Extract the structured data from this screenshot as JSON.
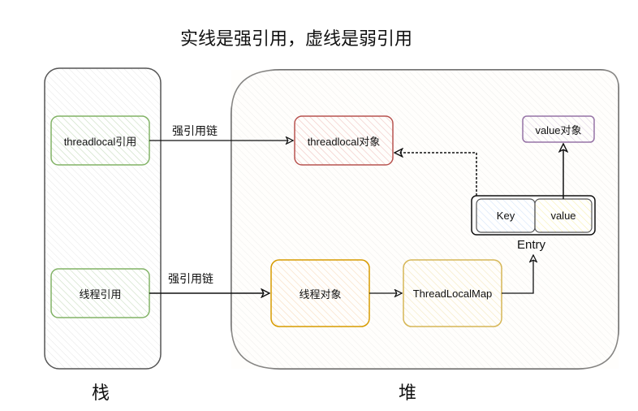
{
  "title": "实线是强引用，虚线是弱引用",
  "regions": {
    "stack": {
      "label": "栈"
    },
    "heap": {
      "label": "堆"
    }
  },
  "nodes": {
    "threadlocal_ref": {
      "label": "threadlocal引用",
      "stroke": "#82b366",
      "fill": "#d5e8d4"
    },
    "thread_ref": {
      "label": "线程引用",
      "stroke": "#82b366",
      "fill": "#d5e8d4"
    },
    "threadlocal_obj": {
      "label": "threadlocal对象",
      "stroke": "#b85450",
      "fill": "#f8cecc"
    },
    "thread_obj": {
      "label": "线程对象",
      "stroke": "#d79b00",
      "fill": "#ffe6cc"
    },
    "threadlocalmap": {
      "label": "ThreadLocalMap",
      "stroke": "#d6b656",
      "fill": "#fff2cc"
    },
    "value_obj": {
      "label": "value对象",
      "stroke": "#9673a6",
      "fill": "#e1d5e7"
    },
    "entry_key": {
      "label": "Key",
      "stroke": "#6c8ebf",
      "fill": "#dae8fc"
    },
    "entry_value": {
      "label": "value",
      "stroke": "#d6b656",
      "fill": "#fff9c4"
    },
    "entry": {
      "label": "Entry"
    }
  },
  "edges": {
    "e1": {
      "label": "强引用链",
      "style": "solid"
    },
    "e2": {
      "label": "强引用链",
      "style": "solid"
    },
    "e3": {
      "style": "solid"
    },
    "e4": {
      "style": "solid"
    },
    "e5": {
      "style": "dashed"
    },
    "e6": {
      "style": "solid"
    }
  }
}
